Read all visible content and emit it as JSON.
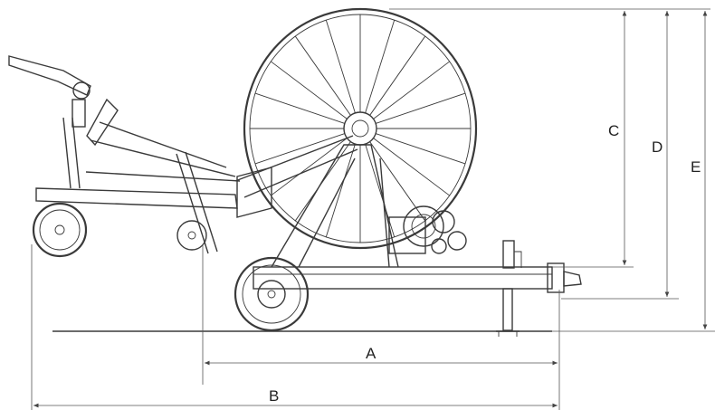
{
  "diagram": {
    "dimensions": {
      "a": "A",
      "b": "B",
      "c": "C",
      "d": "D",
      "e": "E"
    },
    "colors": {
      "line": "#3a3a3a",
      "background": "#ffffff"
    }
  }
}
